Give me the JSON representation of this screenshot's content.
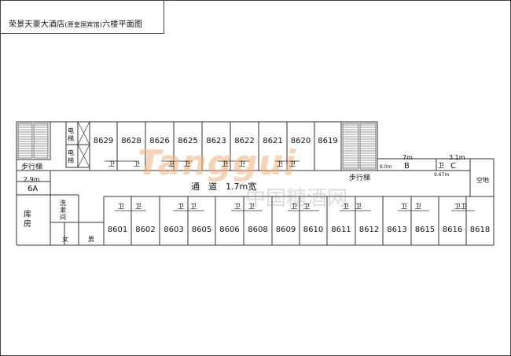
{
  "title": {
    "main": "荣景天豪大酒店",
    "sub": "(原皇国宾馆)",
    "tail": "六楼平面图"
  },
  "top_rooms": [
    "8629",
    "8628",
    "8626",
    "8625",
    "8623",
    "8622",
    "8621",
    "8620",
    "8619"
  ],
  "bottom_rooms": [
    "8601",
    "8602",
    "8603",
    "8605",
    "8606",
    "8608",
    "8609",
    "8610",
    "8611",
    "8612",
    "8613",
    "8615",
    "8616",
    "8618"
  ],
  "bath_label": "卫",
  "labels": {
    "elevator": "电梯",
    "stair_left": "步行梯",
    "stair_right": "步行梯",
    "corridor": "通　道　1.7m宽",
    "room_6a": "6A",
    "dim_6a": "2.9m",
    "storage": "库房",
    "washroom": "洗漱间",
    "female": "女",
    "male": "男",
    "room_b": "B",
    "room_c": "C",
    "dim_b": "7m",
    "dim_c": "3.1m",
    "dim_b_left": "6.0m",
    "dim_bc_bottom": "9.67m",
    "empty_land": "空地",
    "bc_mid": "卫"
  },
  "watermark": {
    "brand": "Tanggui",
    "cn": "中国糖酒网"
  }
}
